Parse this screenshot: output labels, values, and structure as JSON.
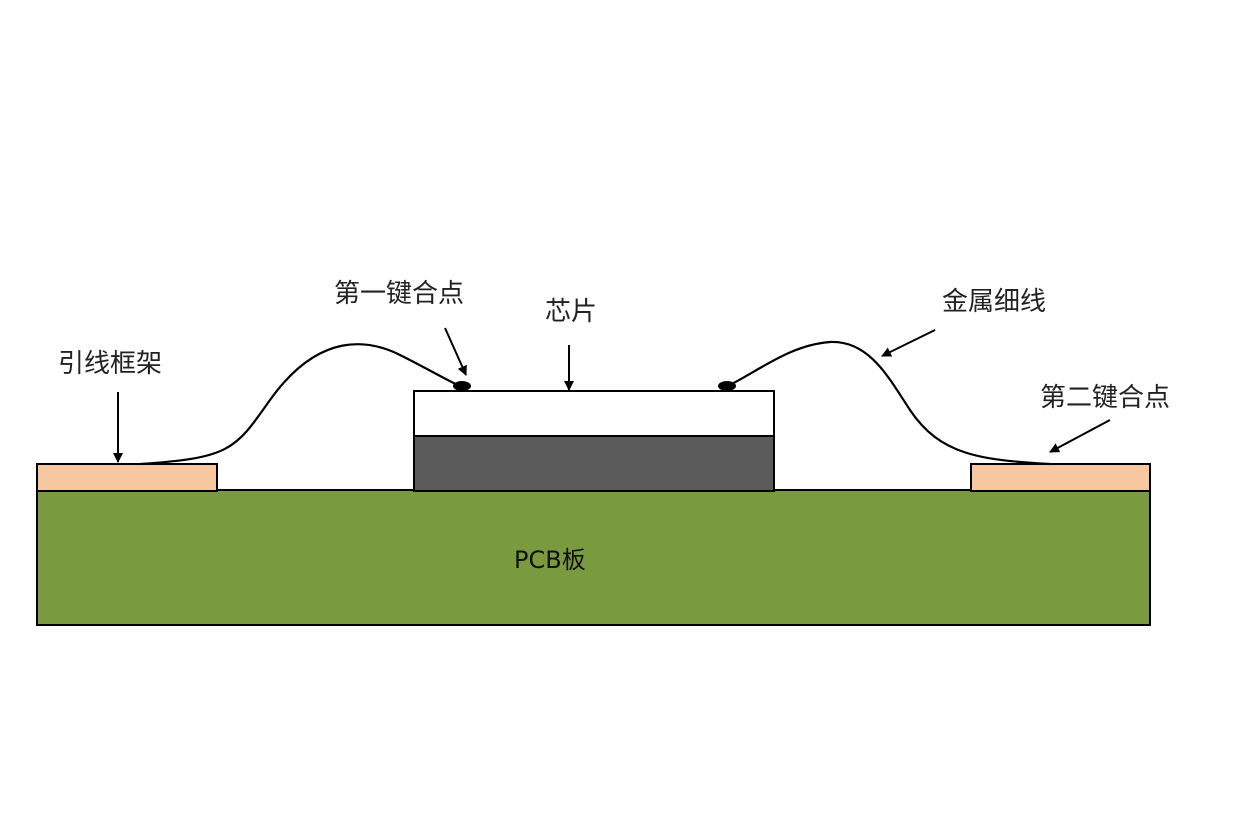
{
  "labels": {
    "lead_frame": "引线框架",
    "first_bond": "第一键合点",
    "chip": "芯片",
    "metal_wire": "金属细线",
    "second_bond": "第二键合点",
    "pcb": "PCB板"
  },
  "colors": {
    "pcb": "#7a9a3f",
    "lead_frame": "#f7c8a0",
    "chip_top": "#ffffff",
    "chip_base": "#5a5a5a",
    "stroke": "#000000"
  }
}
